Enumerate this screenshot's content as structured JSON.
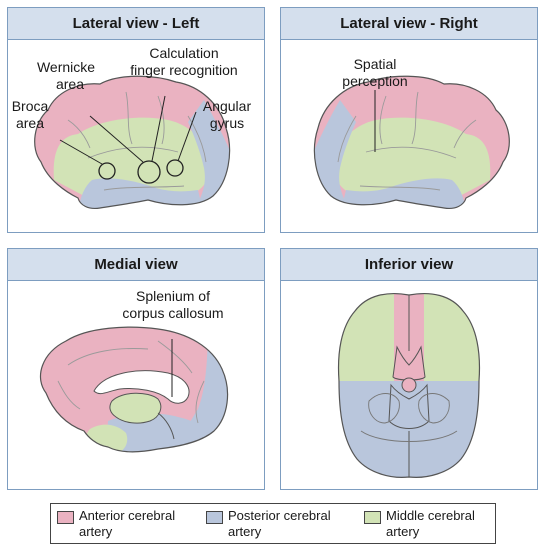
{
  "colors": {
    "anterior": "#eab2c1",
    "posterior": "#b9c6dc",
    "middle": "#d2e3b6",
    "header_bg": "#d4dfed",
    "border": "#7d9dc0"
  },
  "panels": {
    "lateral_left": {
      "title": "Lateral view - Left",
      "labels": {
        "wernicke_1": "Wernicke",
        "wernicke_2": "area",
        "calc_1": "Calculation",
        "calc_2": "finger recognition",
        "broca_1": "Broca",
        "broca_2": "area",
        "angular_1": "Angular",
        "angular_2": "gyrus"
      }
    },
    "lateral_right": {
      "title": "Lateral view - Right",
      "labels": {
        "spatial_1": "Spatial",
        "spatial_2": "perception"
      }
    },
    "medial": {
      "title": "Medial view",
      "labels": {
        "splenium_1": "Splenium of",
        "splenium_2": "corpus callosum"
      }
    },
    "inferior": {
      "title": "Inferior view"
    }
  },
  "legend": {
    "items": [
      {
        "line1": "Anterior cerebral",
        "line2": "artery",
        "color_key": "anterior"
      },
      {
        "line1": "Posterior cerebral",
        "line2": "artery",
        "color_key": "posterior"
      },
      {
        "line1": "Middle cerebral",
        "line2": "artery",
        "color_key": "middle"
      }
    ]
  }
}
